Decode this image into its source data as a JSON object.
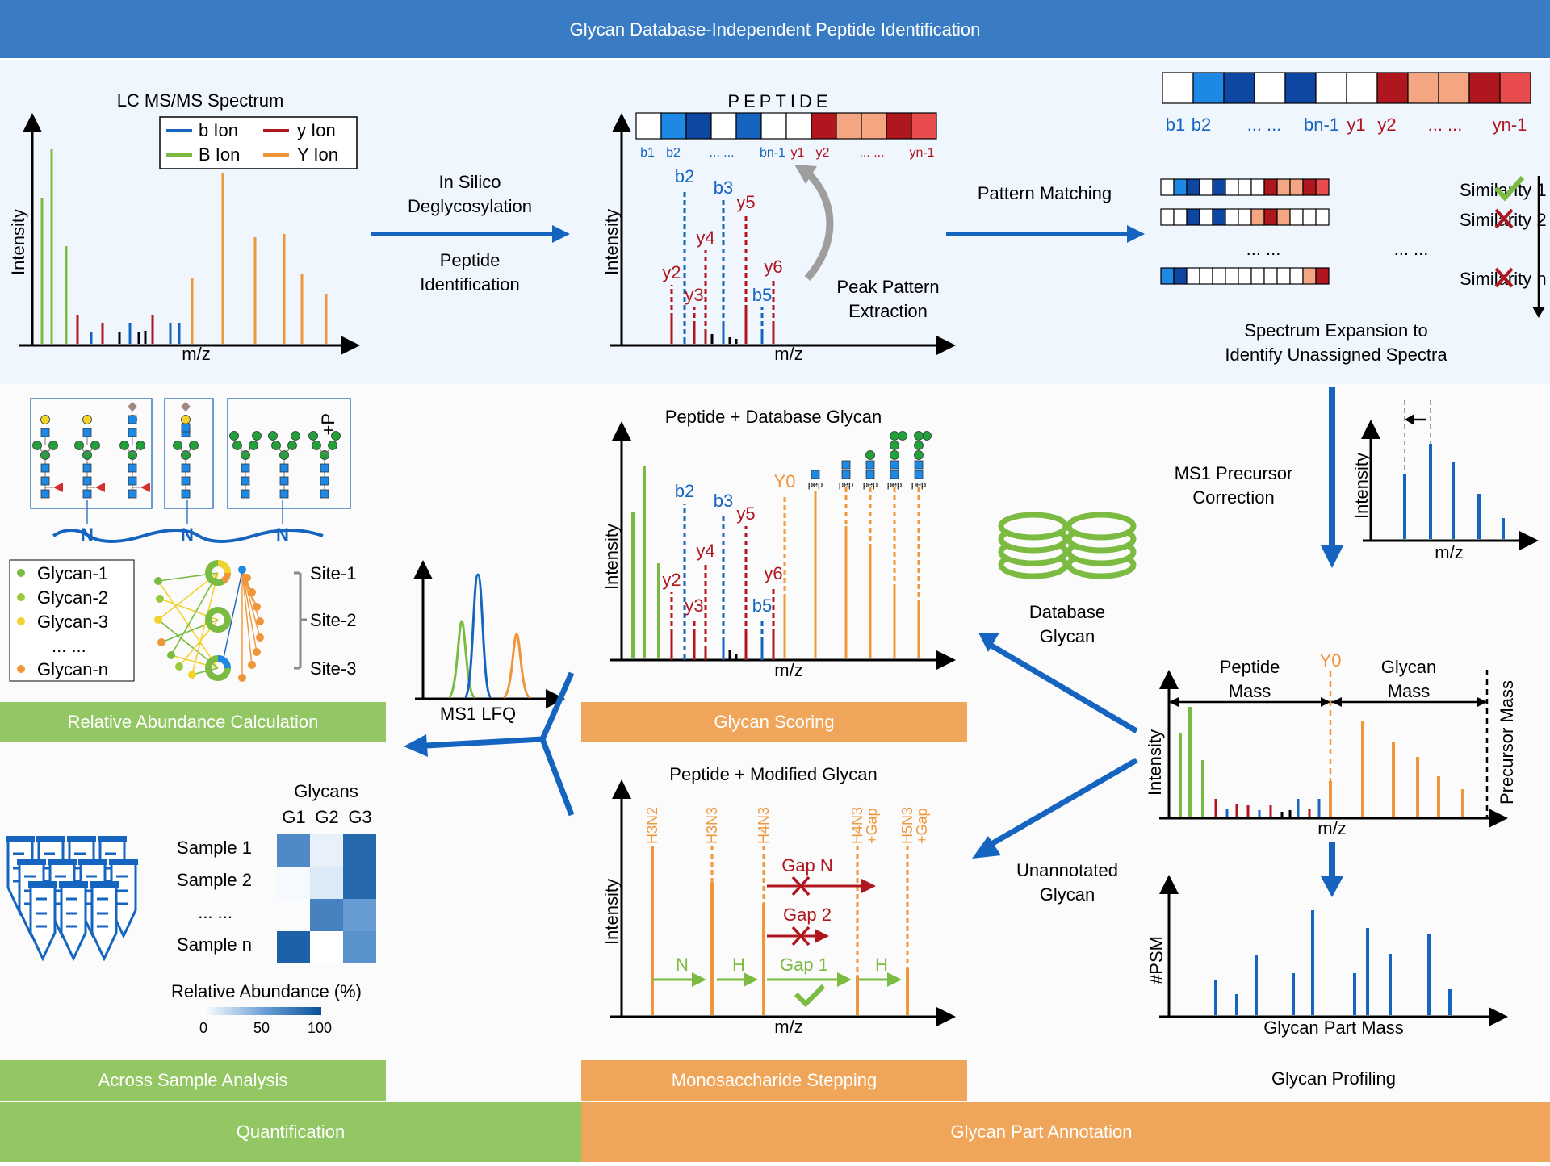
{
  "header": {
    "title": "Glycan Database-Independent Peptide Identification"
  },
  "spectrum1": {
    "title": "LC MS/MS Spectrum",
    "ylabel": "Intensity",
    "xlabel": "m/z",
    "legend": [
      "b Ion",
      "y Ion",
      "B Ion",
      "Y Ion"
    ]
  },
  "arrow1": {
    "line1": "In Silico",
    "line2": "Deglycosylation",
    "line3": "Peptide",
    "line4": "Identification"
  },
  "peptide_panel": {
    "word": "PEPTIDE",
    "labels": [
      "b1",
      "b2",
      "... ...",
      "bn-1",
      "y1",
      "y2",
      "... ...",
      "yn-1"
    ],
    "peaks": [
      "b2",
      "b3",
      "y5",
      "y4",
      "y2",
      "y6",
      "y3",
      "b5"
    ],
    "ylabel": "Intensity",
    "xlabel": "m/z",
    "extract1": "Peak Pattern",
    "extract2": "Extraction"
  },
  "pattern": {
    "arrow_label": "Pattern Matching",
    "labels": [
      "b1",
      "b2",
      "... ...",
      "bn-1",
      "y1",
      "y2",
      "... ...",
      "yn-1"
    ],
    "rows": [
      "Similarity 1",
      "Similarity 2",
      "Similarity n"
    ],
    "dots": [
      "... ...",
      "... ..."
    ],
    "expand1": "Spectrum Expansion to",
    "expand2": "Identify Unassigned Spectra"
  },
  "glycan_sites": {
    "nodes": [
      "N",
      "N",
      "N"
    ],
    "mod": "+P",
    "legend": [
      "Glycan-1",
      "Glycan-2",
      "Glycan-3",
      "... ...",
      "Glycan-n"
    ],
    "sites": [
      "Site-1",
      "Site-2",
      "Site-3"
    ]
  },
  "lfq": {
    "label": "MS1 LFQ"
  },
  "scoring": {
    "title": "Peptide + Database Glycan",
    "ylabel": "Intensity",
    "xlabel": "m/z",
    "peaks": [
      "b2",
      "b3",
      "y5",
      "y4",
      "y2",
      "y6",
      "y3",
      "b5",
      "Y0"
    ],
    "pep": "pep"
  },
  "database": {
    "line1": "Database",
    "line2": "Glycan"
  },
  "ms1corr": {
    "line1": "MS1 Precursor",
    "line2": "Correction",
    "ylabel": "Intensity",
    "xlabel": "m/z"
  },
  "massplot": {
    "peptide1": "Peptide",
    "peptide2": "Mass",
    "y0": "Y0",
    "glycan1": "Glycan",
    "glycan2": "Mass",
    "precursor": "Precursor Mass",
    "ylabel": "Intensity",
    "xlabel": "m/z"
  },
  "unannotated": {
    "line1": "Unannotated",
    "line2": "Glycan"
  },
  "stepping": {
    "title": "Peptide + Modified Glycan",
    "ylabel": "Intensity",
    "xlabel": "m/z",
    "peaks": [
      "H3N2",
      "H3N3",
      "H4N3",
      "H4N3",
      "+Gap",
      "H5N3",
      "+Gap"
    ],
    "gaps": [
      "Gap N",
      "Gap 2",
      "Gap 1"
    ],
    "steps": [
      "N",
      "H",
      "H"
    ]
  },
  "profiling": {
    "ylabel": "#PSM",
    "xlabel": "Glycan Part Mass",
    "label": "Glycan Profiling"
  },
  "heatmap": {
    "title": "Glycans",
    "cols": [
      "G1",
      "G2",
      "G3"
    ],
    "rows": [
      "Sample 1",
      "Sample 2",
      "... ...",
      "Sample n"
    ],
    "scale_title": "Relative Abundance (%)",
    "scale_ticks": [
      "0",
      "50",
      "100"
    ],
    "values": [
      [
        65,
        8,
        85
      ],
      [
        3,
        12,
        85
      ],
      [
        2,
        70,
        55
      ],
      [
        90,
        0,
        60
      ]
    ]
  },
  "bands": {
    "relative": "Relative Abundance Calculation",
    "scoring": "Glycan Scoring",
    "across": "Across Sample Analysis",
    "stepping": "Monosaccharide Stepping",
    "quant": "Quantification",
    "annotation": "Glycan Part Annotation"
  },
  "colors": {
    "header": "#3a7cc4",
    "green": "#93c764",
    "orange": "#f0a65a",
    "blue": "#1565c0",
    "red": "#b0161e",
    "lightgreen": "#7cbb42",
    "ionorange": "#f0963a"
  }
}
